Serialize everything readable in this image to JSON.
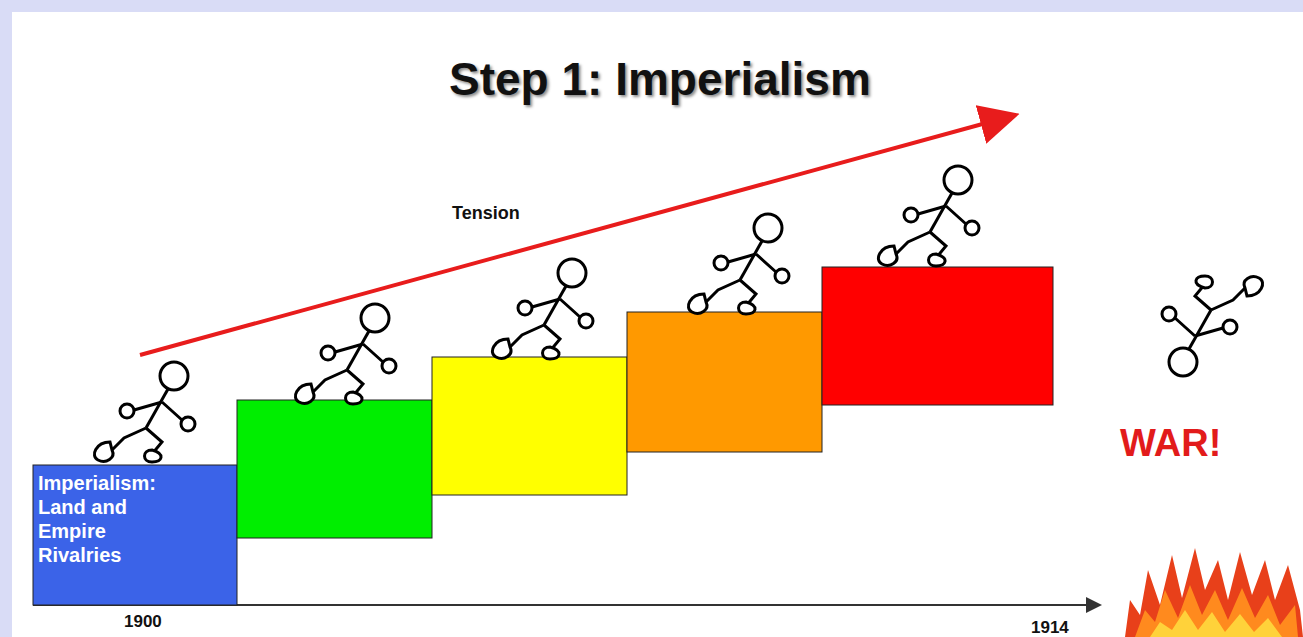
{
  "diagram": {
    "title": "Step 1: Imperialism",
    "nodes": [
      {
        "text": [
          "Imperialism: Land and Empire Rivalries"
        ]
      }
    ],
    "labels": [
      "Tension",
      "WAR!",
      "1900",
      "1914"
    ]
  }
}
